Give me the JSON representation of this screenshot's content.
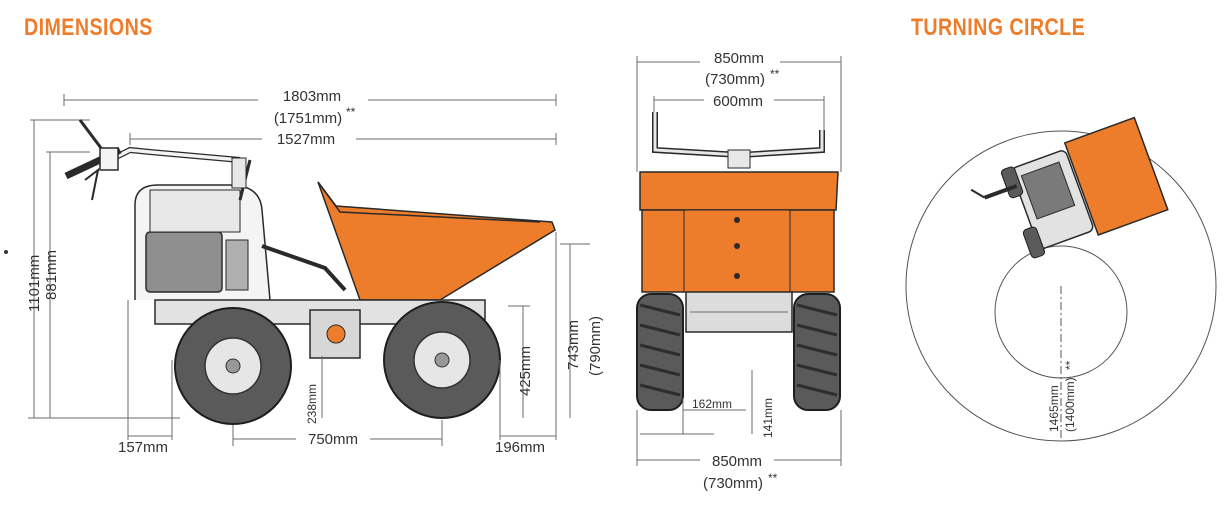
{
  "headings": {
    "dimensions": "DIMENSIONS",
    "turning_circle": "TURNING CIRCLE"
  },
  "side_view": {
    "overall_length": "1803mm",
    "overall_length_alt": "(1751mm)",
    "body_length": "1527mm",
    "overall_height": "1101mm",
    "handle_height": "881mm",
    "rear_overhang": "157mm",
    "wheelbase": "750mm",
    "front_overhang": "196mm",
    "ground_clearance": "238mm",
    "skip_lip_height": "425mm",
    "skip_top_height": "743mm",
    "skip_top_height_alt": "(790mm)"
  },
  "front_view": {
    "top_width": "850mm",
    "top_width_alt": "(730mm)",
    "handle_width": "600mm",
    "tyre_offset": "162mm",
    "tyre_clearance": "141mm",
    "bottom_width": "850mm",
    "bottom_width_alt": "(730mm)"
  },
  "turning_circle": {
    "radius": "1465mm",
    "radius_alt": "(1400mm)"
  },
  "footnote_marker": "**",
  "colors": {
    "accent": "#ee7d2b",
    "line": "#6b6b6b"
  }
}
